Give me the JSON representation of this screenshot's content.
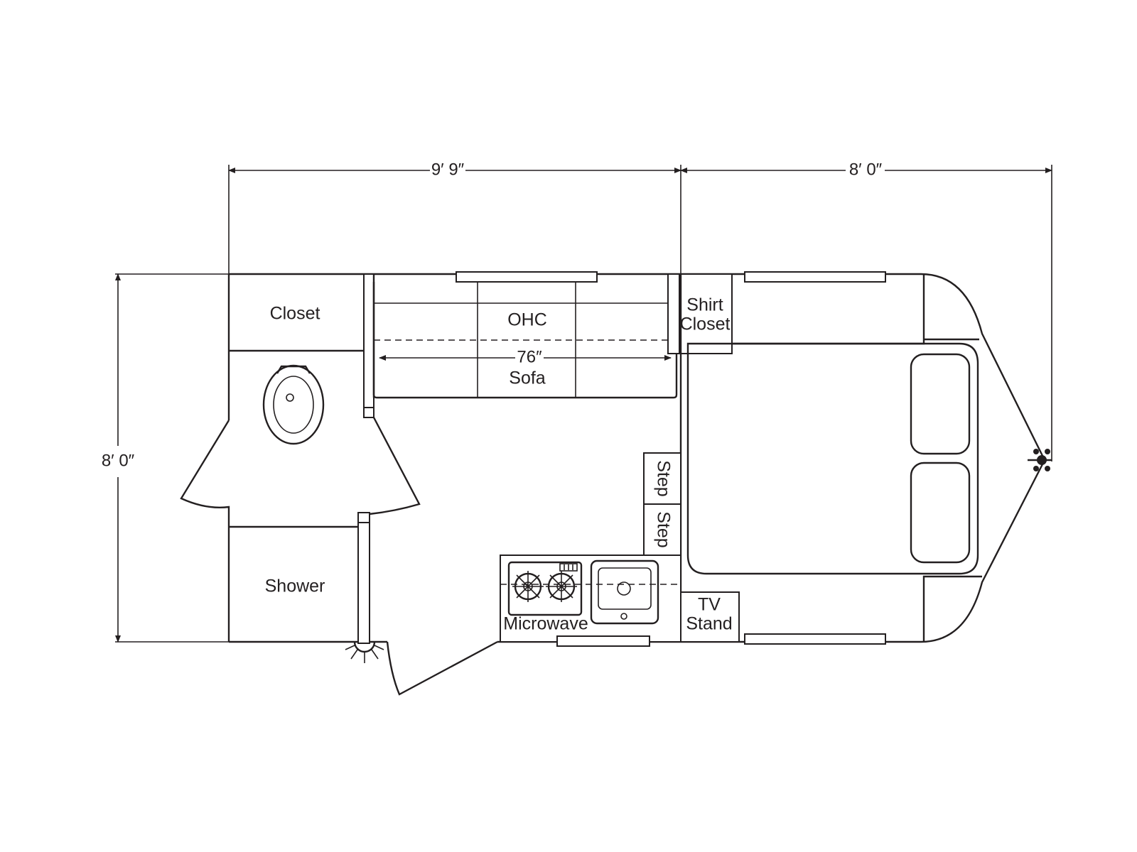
{
  "dimensions": {
    "front_width": "9′ 9″",
    "rear_width": "8′ 0″",
    "height": "8′ 0″",
    "sofa_length": "76″"
  },
  "rooms": {
    "closet": "Closet",
    "ohc": "OHC",
    "sofa": "Sofa",
    "shirt_closet_line1": "Shirt",
    "shirt_closet_line2": "Closet",
    "shower": "Shower",
    "step_upper": "Step",
    "step_lower": "Step",
    "microwave": "Microwave",
    "tv_stand_line1": "TV",
    "tv_stand_line2": "Stand"
  },
  "icons": [
    "toilet-icon",
    "stove-burner-icon",
    "sink-icon",
    "porch-light-icon",
    "hitch-icon",
    "door-swing-icon"
  ]
}
